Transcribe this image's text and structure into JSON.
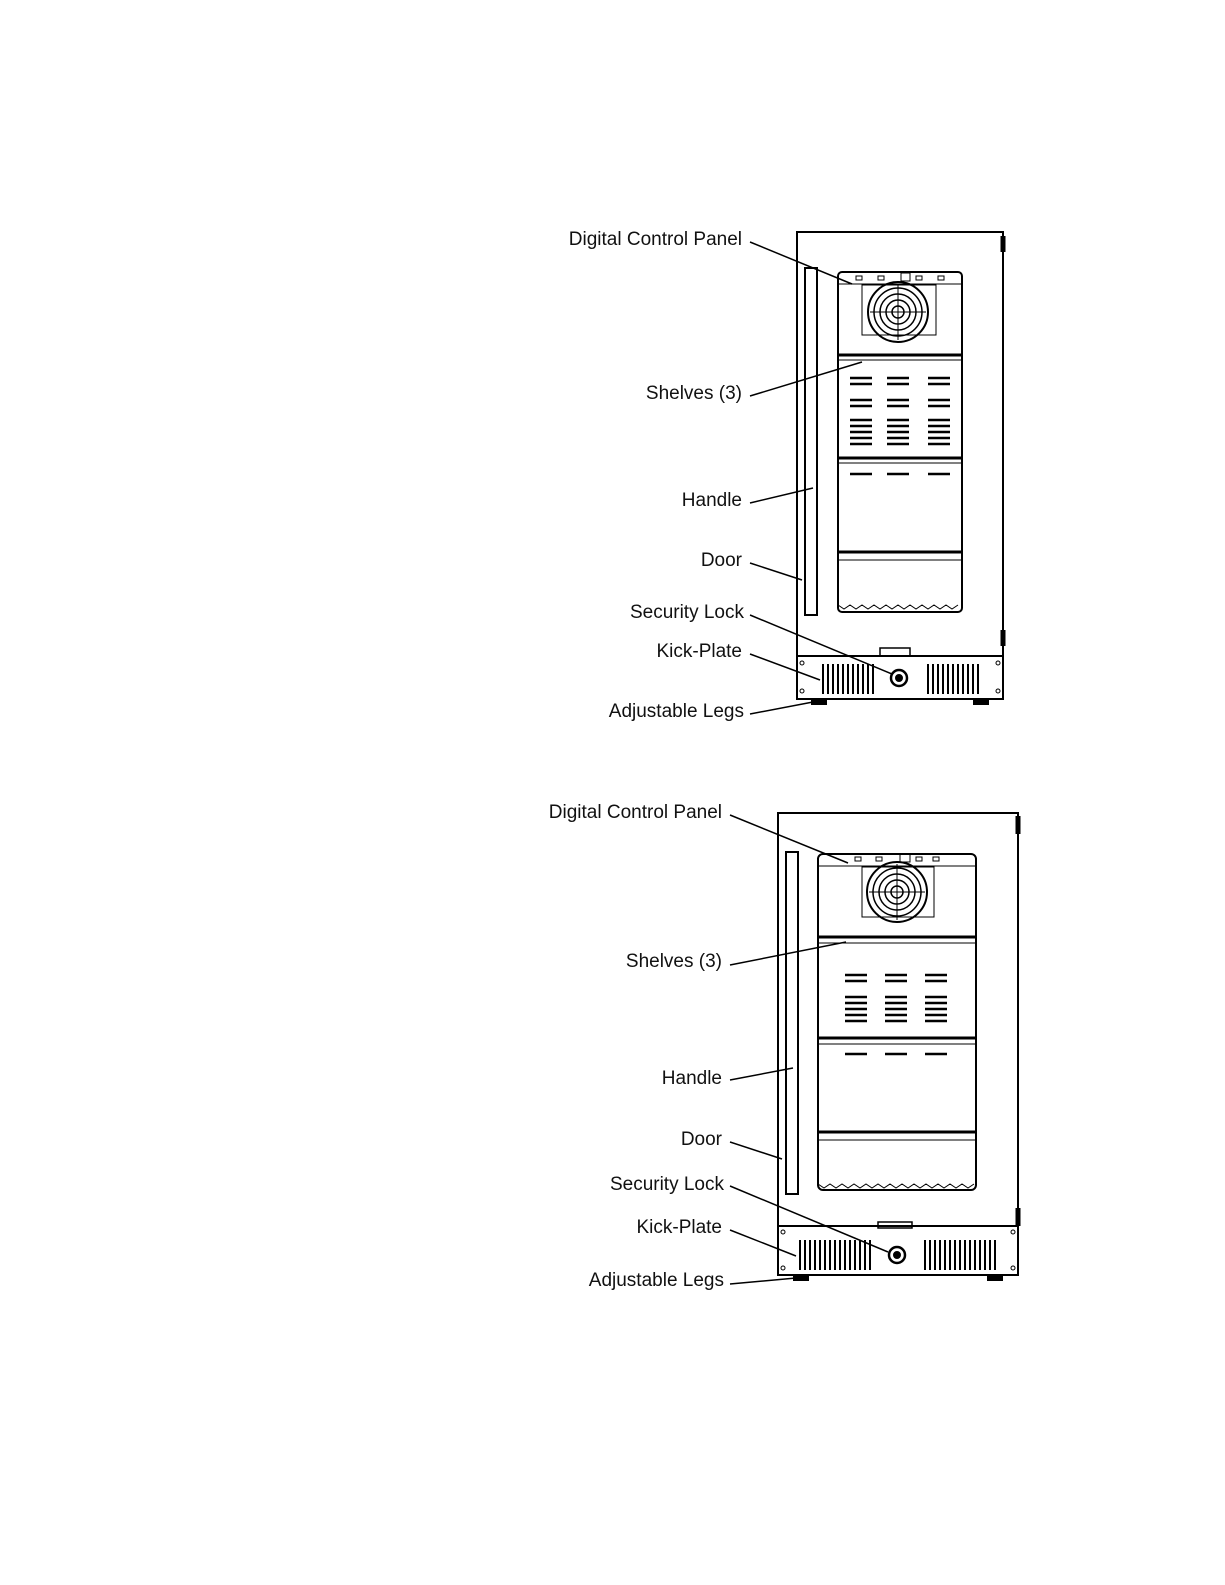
{
  "diagrams": [
    {
      "labels": {
        "control_panel": "Digital Control Panel",
        "shelves": "Shelves (3)",
        "handle": "Handle",
        "door": "Door",
        "lock": "Security Lock",
        "kick_plate": "Kick-Plate",
        "legs": "Adjustable Legs"
      }
    },
    {
      "labels": {
        "control_panel": "Digital Control Panel",
        "shelves": "Shelves (3)",
        "handle": "Handle",
        "door": "Door",
        "lock": "Security Lock",
        "kick_plate": "Kick-Plate",
        "legs": "Adjustable Legs"
      }
    }
  ]
}
